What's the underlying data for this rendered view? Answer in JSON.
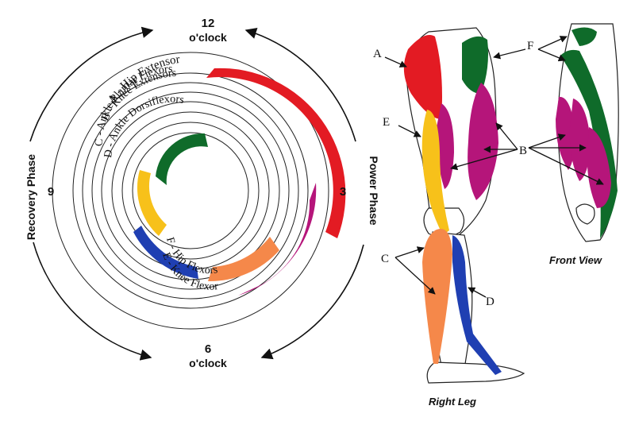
{
  "clock": {
    "top_number": "12",
    "top_unit": "o'clock",
    "right_number": "3",
    "bottom_number": "6",
    "bottom_unit": "o'clock",
    "left_number": "9",
    "power_phase": "Power Phase",
    "recovery_phase": "Recovery Phase"
  },
  "muscle_groups": [
    {
      "letter": "A",
      "label": "A - Hip Extensor",
      "color": "#e31b23"
    },
    {
      "letter": "B",
      "label": "B - Knee Extensors",
      "color": "#b5157a"
    },
    {
      "letter": "C",
      "label": "C - Ankle Plantar Flexors",
      "color": "#f5884a"
    },
    {
      "letter": "D",
      "label": "D - Ankle Dorsiflexors",
      "color": "#1f3fb2"
    },
    {
      "letter": "E",
      "label": "E - Knee Flexor",
      "color": "#f7c11a"
    },
    {
      "letter": "F",
      "label": "F - Hip Flexors",
      "color": "#0f6b2a"
    }
  ],
  "views": {
    "right_leg": "Right Leg",
    "front_view": "Front View"
  },
  "callout_letters": {
    "a": "A",
    "b_side": "B",
    "b_front": "B",
    "c": "C",
    "d": "D",
    "e": "E",
    "f": "F"
  }
}
